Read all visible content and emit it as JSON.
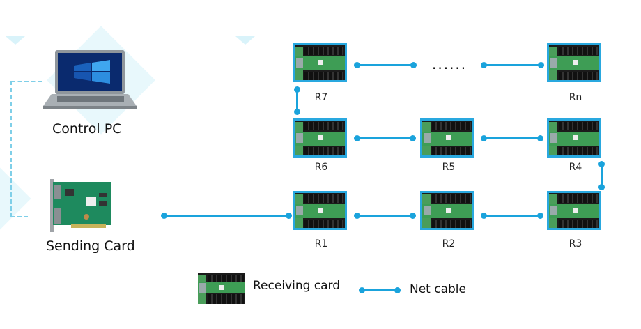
{
  "nodes": {
    "control_pc": "Control PC",
    "sending_card": "Sending Card"
  },
  "receivers": {
    "r1": "R1",
    "r2": "R2",
    "r3": "R3",
    "r4": "R4",
    "r5": "R5",
    "r6": "R6",
    "r7": "R7",
    "rn": "Rn"
  },
  "ellipsis": "......",
  "legend": {
    "receiving_card": "Receiving card",
    "net_cable": "Net cable"
  },
  "colors": {
    "cable": "#1aa3dc",
    "card_border": "#29a8df"
  }
}
